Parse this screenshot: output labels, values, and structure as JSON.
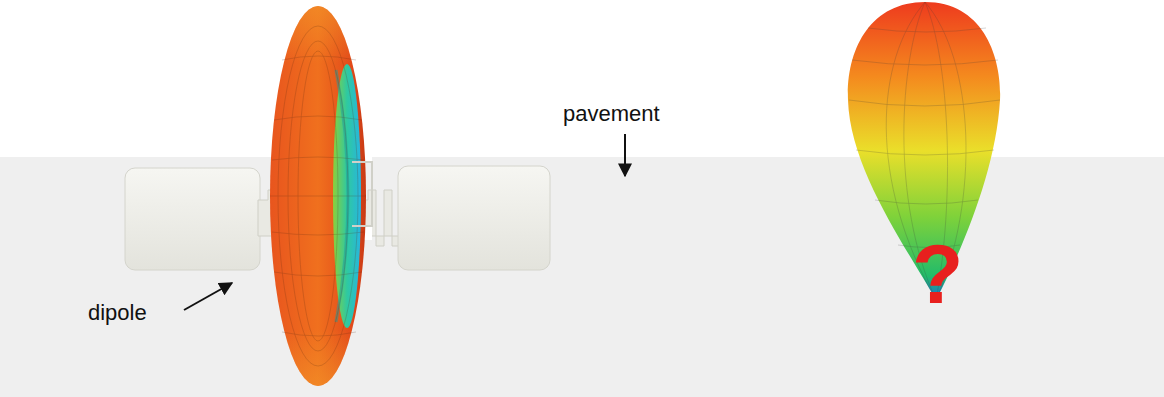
{
  "diagram": {
    "labels": [
      "pavement",
      "dipole",
      "?"
    ]
  }
}
